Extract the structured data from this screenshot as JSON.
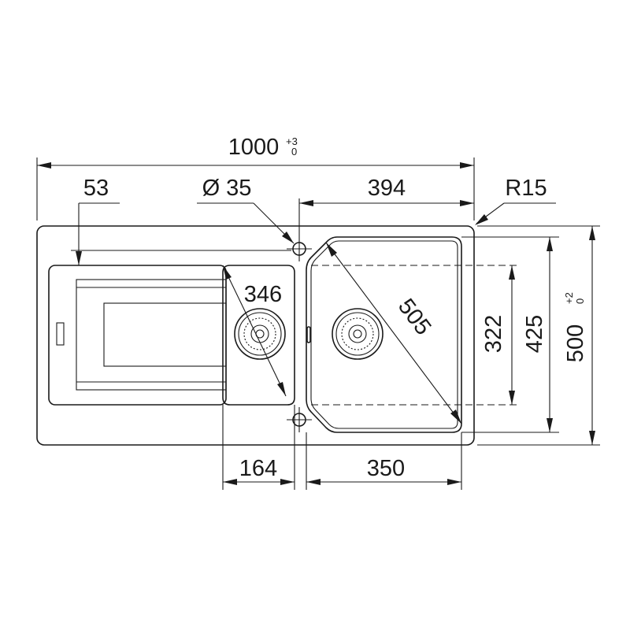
{
  "dimensions": {
    "overall_width": {
      "value": "1000",
      "tol_upper": "+3",
      "tol_lower": "0"
    },
    "drainer_offset": "53",
    "tap_hole": "Ø 35",
    "main_bowl_offset": "394",
    "corner_radius": "R15",
    "drainer_diagonal": "346",
    "main_bowl_diagonal": "505",
    "bowl_depth": "322",
    "bowl_outer_depth": "425",
    "overall_depth": {
      "value": "500",
      "tol_upper": "+2",
      "tol_lower": "0"
    },
    "small_bowl_width": "164",
    "main_bowl_width": "350"
  },
  "icons": [
    "drain-strainer-icon",
    "tap-hole-icon",
    "overflow-icon"
  ]
}
